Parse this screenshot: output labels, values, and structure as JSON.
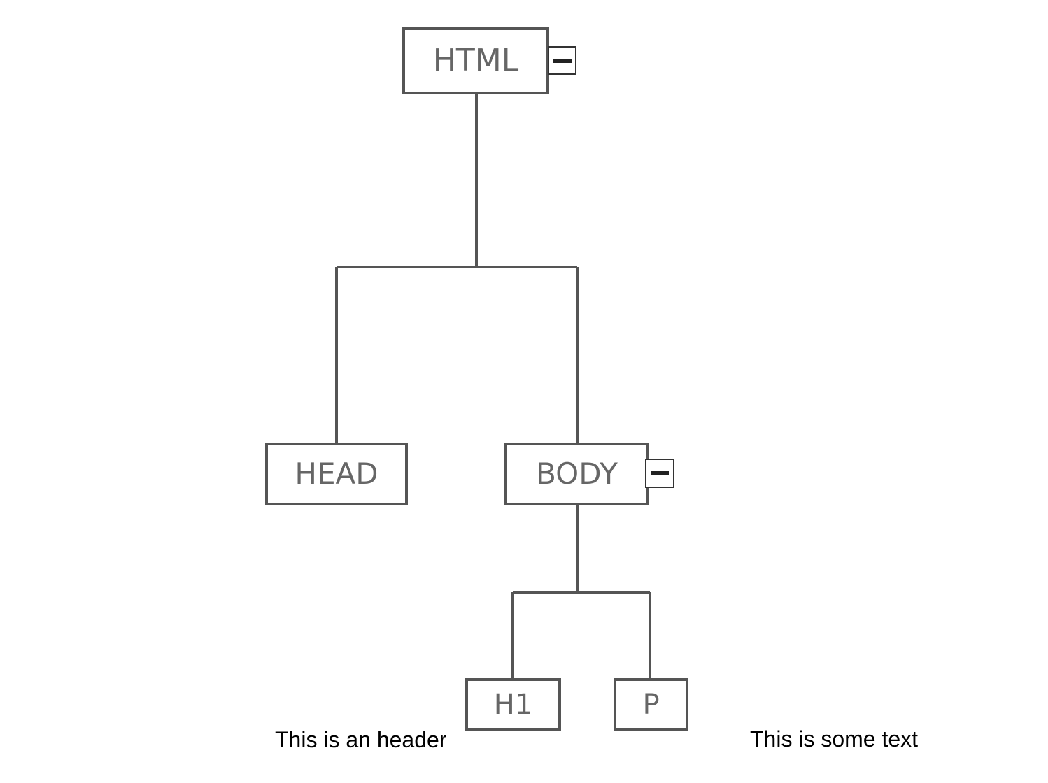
{
  "diagram": {
    "nodes": {
      "html": {
        "label": "HTML",
        "collapse_symbol": "minus"
      },
      "head": {
        "label": "HEAD"
      },
      "body": {
        "label": "BODY",
        "collapse_symbol": "minus"
      },
      "h1": {
        "label": "H1"
      },
      "p": {
        "label": "P"
      }
    },
    "edges": [
      {
        "from": "HTML",
        "to": "HEAD"
      },
      {
        "from": "HTML",
        "to": "BODY"
      },
      {
        "from": "BODY",
        "to": "H1"
      },
      {
        "from": "BODY",
        "to": "P"
      }
    ],
    "annotations": {
      "h1_text": "This is an header",
      "p_text": "This is some text"
    }
  },
  "colors": {
    "stroke": "#555555",
    "node_text": "#666666",
    "annotation_text": "#000000",
    "background": "#ffffff"
  }
}
